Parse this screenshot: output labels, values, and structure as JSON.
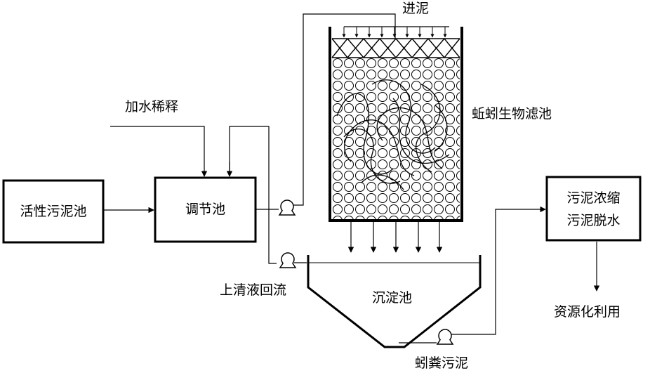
{
  "labels": {
    "activated_sludge_tank": "活性污泥池",
    "regulating_tank": "调节池",
    "dilution": "加水稀释",
    "sludge_inlet": "进泥",
    "earthworm_filter": "蚯蚓生物滤池",
    "settling_tank": "沉淀池",
    "supernatant_return": "上清液回流",
    "worm_cast_sludge": "蚓粪污泥",
    "thicken_line1": "污泥浓缩",
    "thicken_line2": "污泥脱水",
    "resource_utilization": "资源化利用"
  },
  "colors": {
    "line": "#000000",
    "background": "#ffffff"
  }
}
